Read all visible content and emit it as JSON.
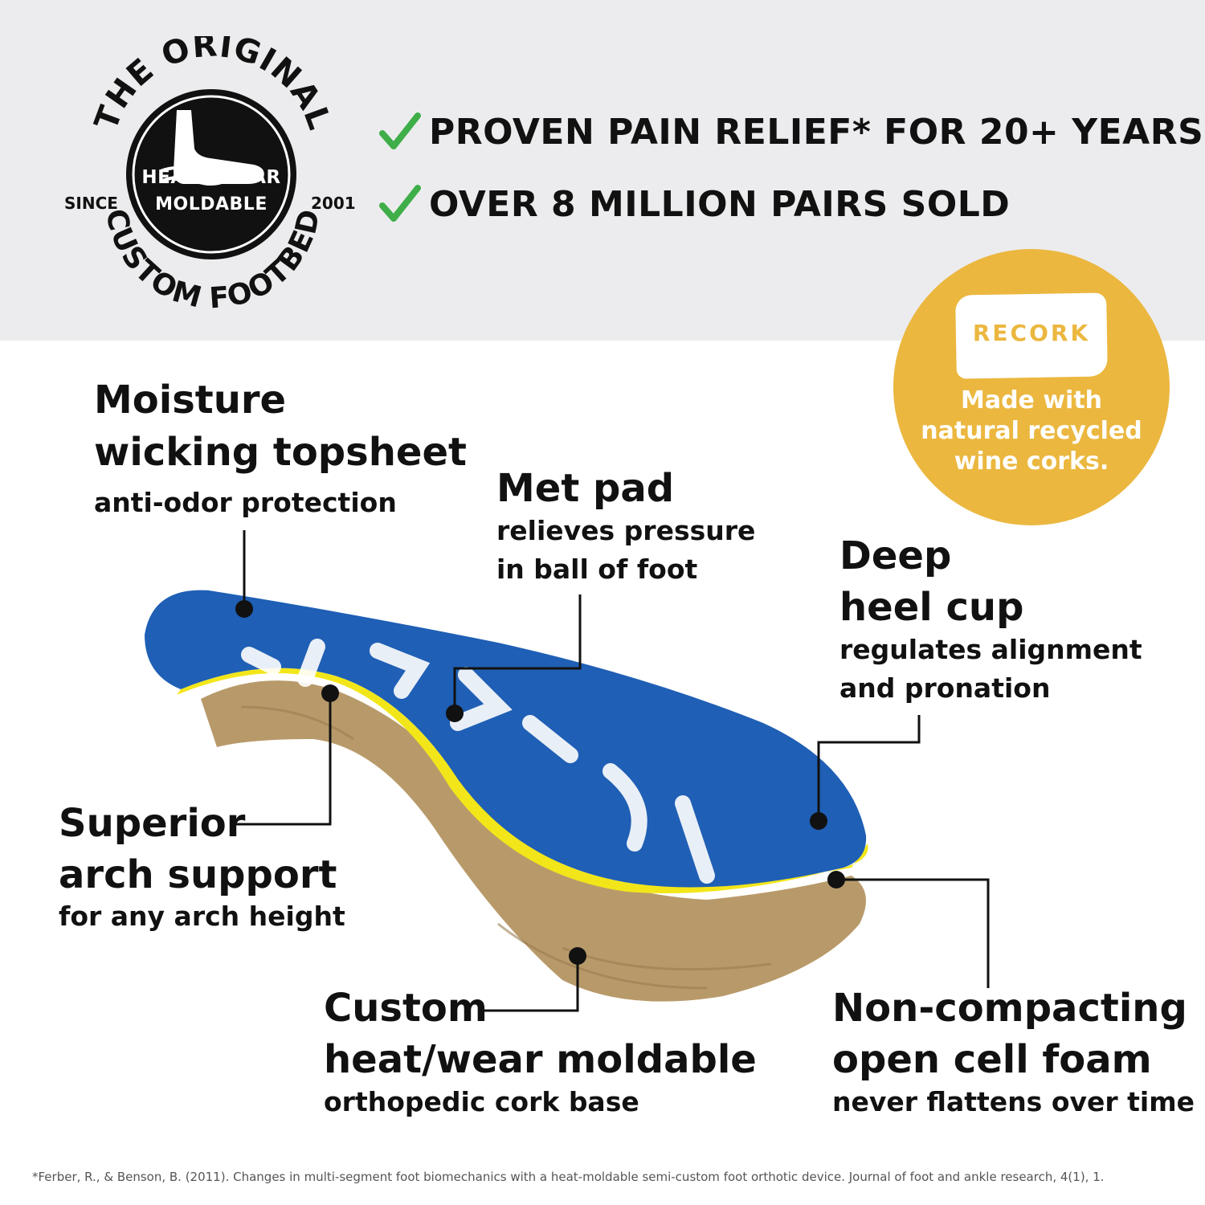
{
  "badge": {
    "arc_top": "THE ORIGINAL",
    "arc_bottom": "CUSTOM FOOTBED",
    "since": "SINCE",
    "year": "2001",
    "line1": "HEAT / WEAR",
    "line2": "MOLDABLE"
  },
  "claims": [
    {
      "text": "PROVEN PAIN RELIEF* FOR 20+ YEARS"
    },
    {
      "text": "OVER 8 MILLION PAIRS SOLD"
    }
  ],
  "recork": {
    "logo": "RECORK",
    "lines": [
      "Made with",
      "natural recycled",
      "wine corks."
    ]
  },
  "features": [
    {
      "head": [
        "Moisture",
        "wicking topsheet"
      ],
      "sub": [
        "anti-odor protection"
      ]
    },
    {
      "head": [
        "Met pad"
      ],
      "sub": [
        "relieves pressure",
        "in ball of foot"
      ]
    },
    {
      "head": [
        "Deep",
        "heel cup"
      ],
      "sub": [
        "regulates alignment",
        "and pronation"
      ]
    },
    {
      "head": [
        "Superior",
        "arch support"
      ],
      "sub": [
        "for any arch height"
      ]
    },
    {
      "head": [
        "Custom",
        "heat/wear moldable"
      ],
      "sub": [
        "orthopedic cork base"
      ]
    },
    {
      "head": [
        "Non-compacting",
        "open cell foam"
      ],
      "sub": [
        "never flattens over time"
      ]
    }
  ],
  "footnote": "*Ferber, R., & Benson, B. (2011). Changes in multi-segment foot biomechanics with a heat-moldable semi-custom foot orthotic device. Journal of foot and ankle research, 4(1), 1.",
  "colors": {
    "band": "#ececee",
    "check": "#3fae49",
    "recork": "#ebb73f",
    "insole_blue": "#1f5fb5",
    "insole_yellow": "#f2e61a",
    "cork": "#b89a6a"
  }
}
